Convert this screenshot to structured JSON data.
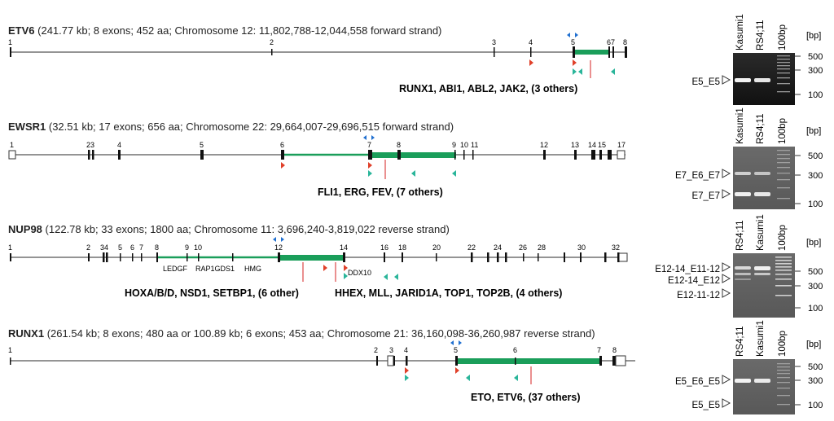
{
  "genes": [
    {
      "name": "ETV6",
      "details": "(241.77 kb; 8 exons; 452 aa;  Chromosome 12: 11,802,788-12,044,558 forward strand)",
      "partners": "RUNX1, ABI1, ABL2, JAK2, (3 others)",
      "exon_labels": [
        "1",
        "2",
        "3",
        "4",
        "5",
        "67",
        "8"
      ],
      "domain_labels": []
    },
    {
      "name": "EWSR1",
      "details": "(32.51 kb; 17 exons; 656 aa;  Chromosome 22: 29,664,007-29,696,515 forward strand)",
      "partners": "FLI1, ERG, FEV, (7 others)",
      "exon_labels": [
        "1",
        "23",
        "4",
        "5",
        "6",
        "7",
        "8",
        "9",
        "10",
        "11",
        "12",
        "13",
        "14",
        "15",
        "17"
      ],
      "domain_labels": []
    },
    {
      "name": "NUP98",
      "details": "(122.78 kb; 33 exons; 1800 aa; Chromosome 11: 3,696,240-3,819,022 reverse strand)",
      "partners": "HOXA/B/D, NSD1, SETBP1, (6 other)",
      "partners2": "HHEX, MLL, JARID1A, TOP1, TOP2B, (4 others)",
      "exon_labels": [
        "1",
        "2",
        "34",
        "5",
        "6",
        "7",
        "8",
        "9",
        "10",
        "12",
        "14",
        "16",
        "18",
        "20",
        "22",
        "24",
        "26",
        "28",
        "30",
        "32"
      ],
      "domain_labels": [
        "LEDGF",
        "RAP1GDS1",
        "HMG",
        "DDX10"
      ]
    },
    {
      "name": "RUNX1",
      "details": "(261.54 kb; 8 exons; 480 aa or  100.89 kb; 6 exons; 453 aa;  Chromosome 21: 36,160,098-36,260,987 reverse strand)",
      "partners": "ETO, ETV6, (37 others)",
      "exon_labels": [
        "1",
        "2",
        "3",
        "4",
        "5",
        "6",
        "7",
        "8"
      ],
      "domain_labels": []
    }
  ],
  "gels": [
    {
      "lanes": [
        "Kasumi1",
        "RS4;11",
        "100bp"
      ],
      "bp_unit": "[bp]",
      "ladder": [
        "500",
        "300",
        "100"
      ],
      "bands": [
        "E5_E5"
      ]
    },
    {
      "lanes": [
        "Kasumi1",
        "RS4;11",
        "100bp"
      ],
      "bp_unit": "[bp]",
      "ladder": [
        "500",
        "300",
        "100"
      ],
      "bands": [
        "E7_E6_E7",
        "E7_E7"
      ]
    },
    {
      "lanes": [
        "RS4;11",
        "Kasumi1",
        "100bp"
      ],
      "bp_unit": "[bp]",
      "ladder": [
        "500",
        "300",
        "100"
      ],
      "bands": [
        "E12-14_E11-12",
        "E12-14_E12",
        "E12-11-12"
      ]
    },
    {
      "lanes": [
        "RS4;11",
        "Kasumi1",
        "100bp"
      ],
      "bp_unit": "[bp]",
      "ladder": [
        "500",
        "300",
        "100"
      ],
      "bands": [
        "E5_E6_E5",
        "E5_E5"
      ]
    }
  ],
  "colors": {
    "line": "#555555",
    "exon": "#111111",
    "fusion_region": "#1a9e5a",
    "forward_primer": "#e0402a",
    "reverse_primer": "#2ab59a",
    "breakpoint": "#e06060",
    "probe_marker": "#1f6fd0",
    "gel_bg": "#1a1a1a"
  }
}
